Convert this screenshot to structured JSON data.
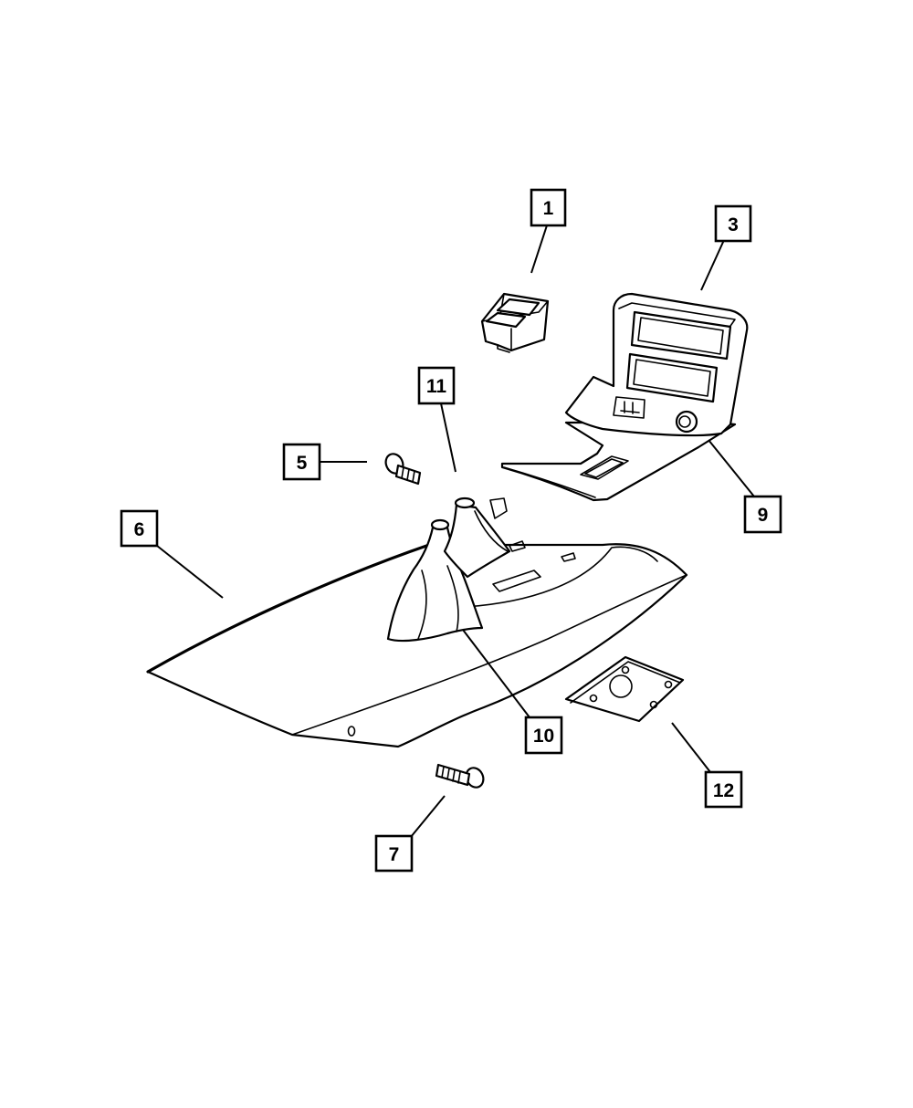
{
  "callouts": {
    "c1": "1",
    "c3": "3",
    "c5": "5",
    "c6": "6",
    "c7": "7",
    "c9": "9",
    "c10": "10",
    "c11": "11",
    "c12": "12"
  }
}
